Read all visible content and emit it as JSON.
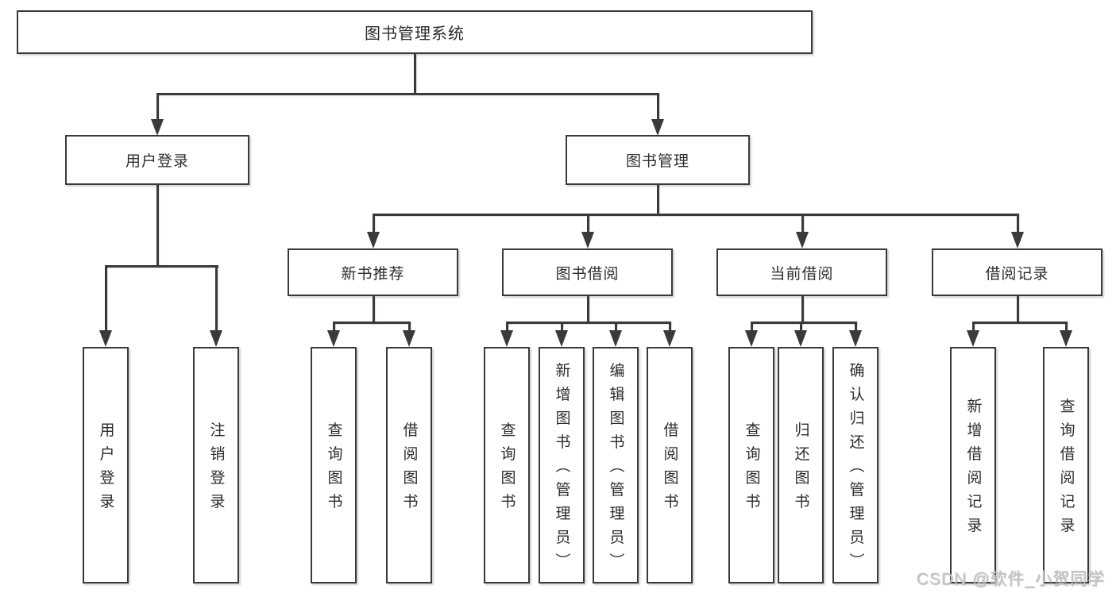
{
  "diagram": {
    "title_node": "图书管理系统",
    "level2": [
      {
        "label": "用户登录"
      },
      {
        "label": "图书管理"
      }
    ],
    "level3": [
      {
        "label": "新书推荐"
      },
      {
        "label": "图书借阅"
      },
      {
        "label": "当前借阅"
      },
      {
        "label": "借阅记录"
      }
    ],
    "leaves": [
      {
        "label": "用户登录"
      },
      {
        "label": "注销登录"
      },
      {
        "label": "查询图书"
      },
      {
        "label": "借阅图书"
      },
      {
        "label": "查询图书"
      },
      {
        "label": "新增图书（管理员）"
      },
      {
        "label": "编辑图书（管理员）"
      },
      {
        "label": "借阅图书"
      },
      {
        "label": "查询图书"
      },
      {
        "label": "归还图书"
      },
      {
        "label": "确认归还（管理员）"
      },
      {
        "label": "新增借阅记录"
      },
      {
        "label": "查询借阅记录"
      }
    ],
    "watermark": "CSDN @软件_小贺同学",
    "colors": {
      "line": "#3a3a3a",
      "text": "#2d2d2d",
      "box_fill": "#ffffff",
      "background": "#ffffff",
      "watermark": "#c6c6c6"
    }
  }
}
